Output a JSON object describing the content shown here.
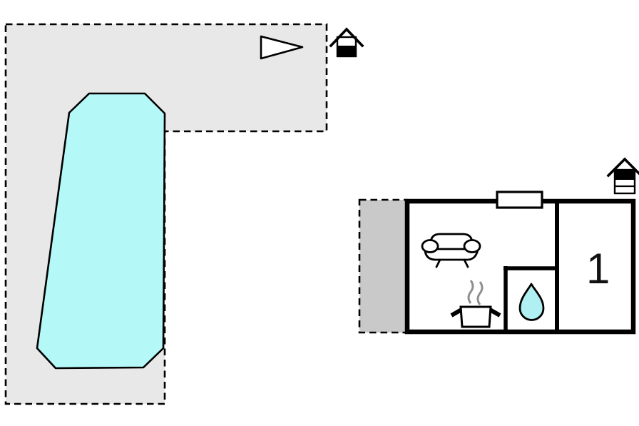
{
  "title": "Holiday home floor plan with pool area",
  "colors": {
    "terrace_fill": "#e8e8e8",
    "patio_fill": "#c9c9c9",
    "pool_fill": "#b5f8f8",
    "drop_fill": "#b0f0f3",
    "outline": "#000000",
    "steam": "#8f8f8f",
    "white": "#ffffff"
  },
  "site": {
    "terrace_name": "terrace-with-pool",
    "pool_name": "swimming-pool"
  },
  "building": {
    "patio_name": "covered-terrace",
    "living_room": {
      "sofa": "sofa-icon",
      "stove": "cooking-pot-icon"
    },
    "bathroom": {
      "drop": "water-drop-icon"
    },
    "bedroom_label": "1"
  },
  "icons": {
    "north_arrow": "north-arrow-icon",
    "house_upper": "house-entrance-icon",
    "house_plan": "house-entrance-icon"
  }
}
